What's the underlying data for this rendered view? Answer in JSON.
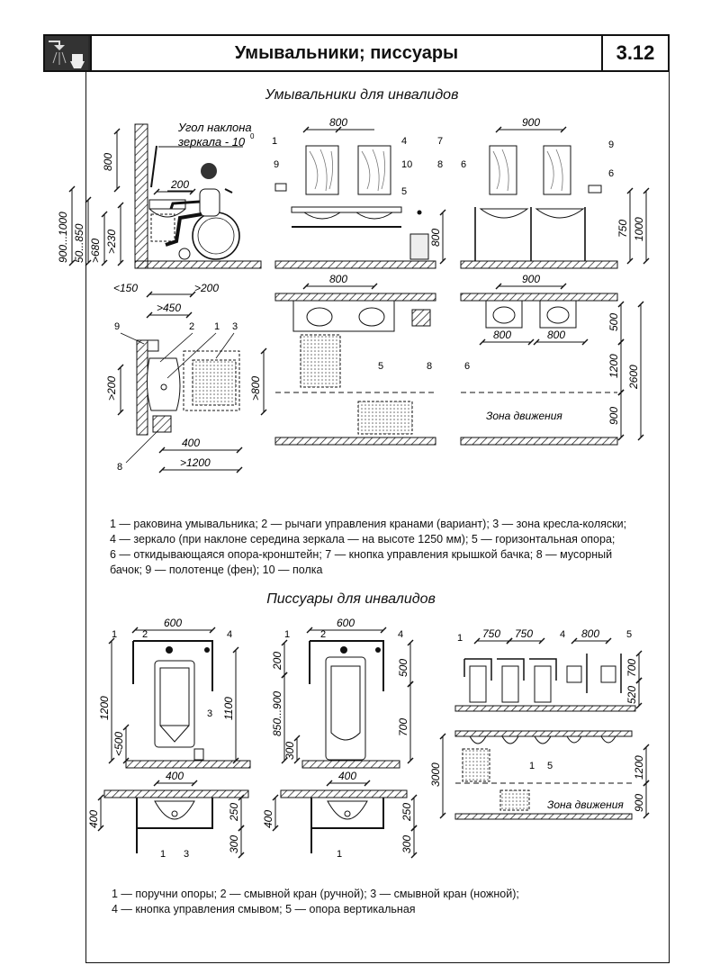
{
  "header": {
    "title": "Умывальники; писсуары",
    "number": "3.12",
    "logo_icon": "shower-toilet-icon"
  },
  "section1": {
    "title": "Умывальники для инвалидов",
    "mirror_angle": "Угол наклона",
    "mirror_angle2": "зеркала - 10",
    "deg": "0",
    "zone": "Зона движения",
    "dims": {
      "d800": "800",
      "d200": "200",
      "d900_1000": "900...1000",
      "d50_850": "50...850",
      "d680": ">680",
      "d230": ">230",
      "d150": "<150",
      "dg200": ">200",
      "d450": ">450",
      "dg200b": ">200",
      "dg800": ">800",
      "d400": "400",
      "d1200": ">1200",
      "w800": "800",
      "w900": "900",
      "h800": "800",
      "h750": "750",
      "h1000": "1000",
      "p800": "800",
      "p900": "900",
      "p800a": "800",
      "p800b": "800",
      "h500": "500",
      "h1200": "1200",
      "h900": "900",
      "h2600": "2600"
    },
    "labels": {
      "n1": "1",
      "n2": "2",
      "n3": "3",
      "n4": "4",
      "n5": "5",
      "n6": "6",
      "n7": "7",
      "n8": "8",
      "n9": "9",
      "n10": "10"
    },
    "legend": [
      "1 — раковина умывальника;  2 — рычаги управления кранами (вариант);  3 — зона кресла-коляски;",
      "4 — зеркало (при наклоне середина зеркала — на высоте 1250 мм);  5 — горизонтальная опора;",
      "6 — откидывающаяся опора-кронштейн;  7 — кнопка управления крышкой бачка;  8 — мусорный",
      "бачок;  9 — полотенце (фен);  10 — полка"
    ]
  },
  "section2": {
    "title": "Писсуары  для инвалидов",
    "zone": "Зона движения",
    "dims": {
      "a600": "600",
      "a1200": "1200",
      "a1100": "1100",
      "a500": "<500",
      "a400": "400",
      "a400v": "400",
      "a250": "250",
      "a300": "300",
      "b600": "600",
      "b200": "200",
      "b500": "500",
      "b850_900": "850...900",
      "b700": "700",
      "b300": "300",
      "b400": "400",
      "b400v": "400",
      "b250": "250",
      "b300b": "300",
      "c750a": "750",
      "c750b": "750",
      "c800": "800",
      "c700": "700",
      "c520": "520",
      "c3000": "3000",
      "c1200": "1200",
      "c900": "900"
    },
    "legend": [
      "1 — поручни опоры;  2 — смывной кран (ручной);  3 — смывной кран (ножной);",
      "4 — кнопка управления смывом;  5 — опора вертикальная"
    ]
  }
}
